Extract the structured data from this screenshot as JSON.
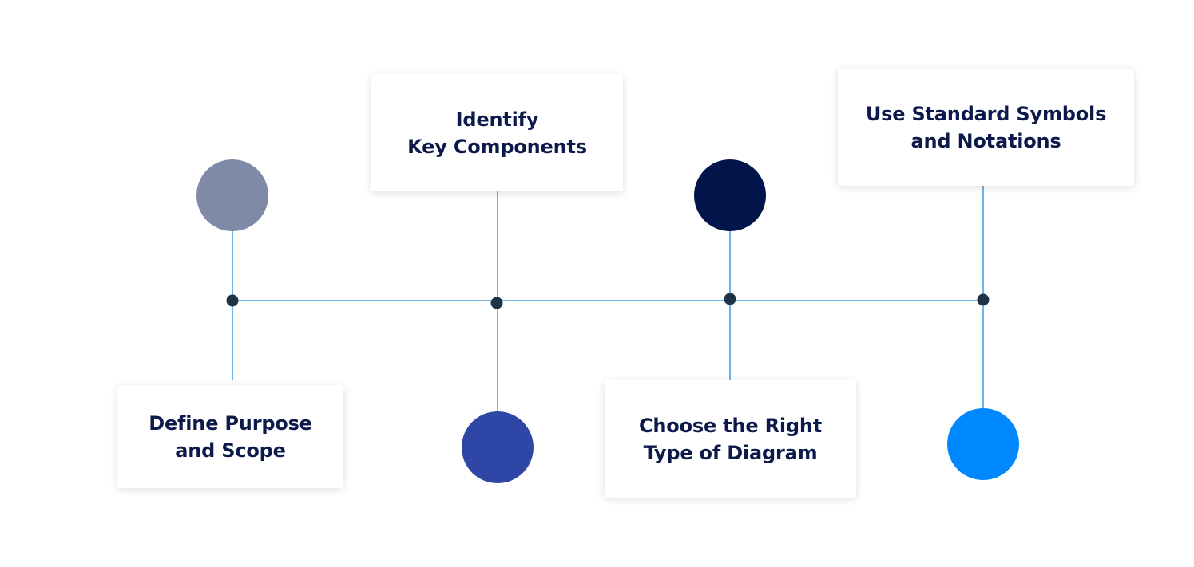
{
  "steps": [
    {
      "label": "Define Purpose\nand Scope",
      "marker_color": "#7f8ba6"
    },
    {
      "label": "Identify\nKey Components",
      "marker_color": "#2e47a6"
    },
    {
      "label": "Choose the Right\nType of Diagram",
      "marker_color": "#02154a"
    },
    {
      "label": "Use Standard Symbols\nand Notations",
      "marker_color": "#0088ff"
    }
  ],
  "colors": {
    "connector_line": "#3d9be0",
    "node_dot": "#1f3347",
    "card_text": "#0b1a4a",
    "card_background": "#ffffff"
  }
}
